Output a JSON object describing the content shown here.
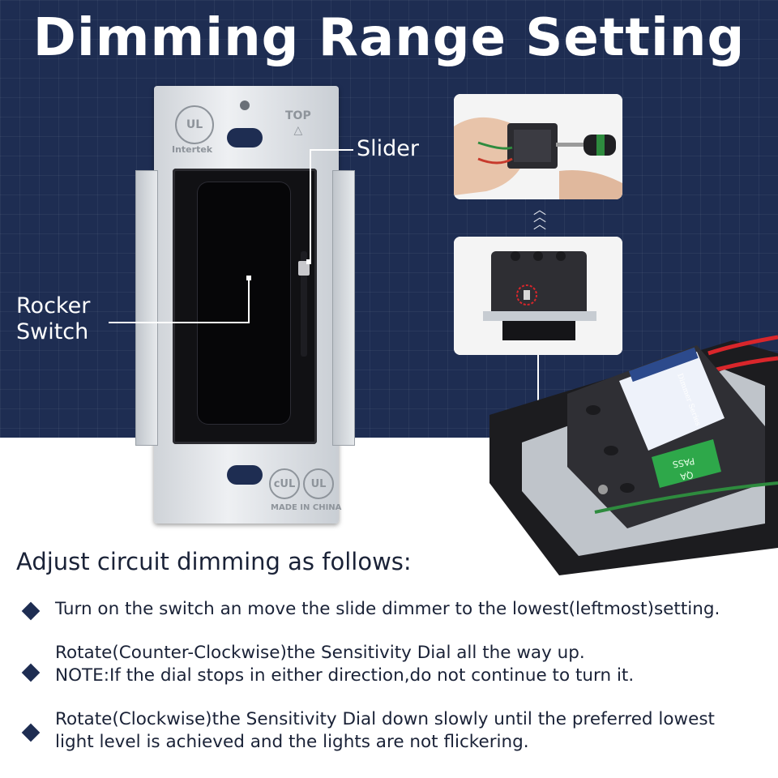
{
  "title": "Dimming Range Setting",
  "callouts": {
    "slider": "Slider",
    "rocker_line1": "Rocker",
    "rocker_line2": "Switch"
  },
  "plate_marks": {
    "ul": "UL",
    "intertek": "Intertek",
    "top": "TOP",
    "cul": "cUL",
    "ul_bottom": "UL",
    "made_in": "MADE IN CHINA"
  },
  "label_sticker": {
    "title": "Dimmer Series",
    "pass": "PASS",
    "qa": "QA"
  },
  "instructions": {
    "heading": "Adjust circuit dimming as follows:",
    "steps": [
      {
        "lines": [
          "Turn on the switch an move the slide dimmer to the lowest(leftmost)setting."
        ]
      },
      {
        "lines": [
          "Rotate(Counter-Clockwise)the Sensitivity Dial all the way up.",
          "NOTE:If the dial stops in either direction,do not continue to turn it."
        ]
      },
      {
        "lines": [
          "Rotate(Clockwise)the Sensitivity Dial down slowly until the preferred lowest",
          "light level is achieved and the lights are not flickering."
        ]
      }
    ]
  },
  "colors": {
    "navy_background": "#1e2d52",
    "text_dark": "#1a2237",
    "bullet": "#1e2d52"
  },
  "icons": [
    "up-arrows-icon",
    "diamond-bullet-icon"
  ]
}
